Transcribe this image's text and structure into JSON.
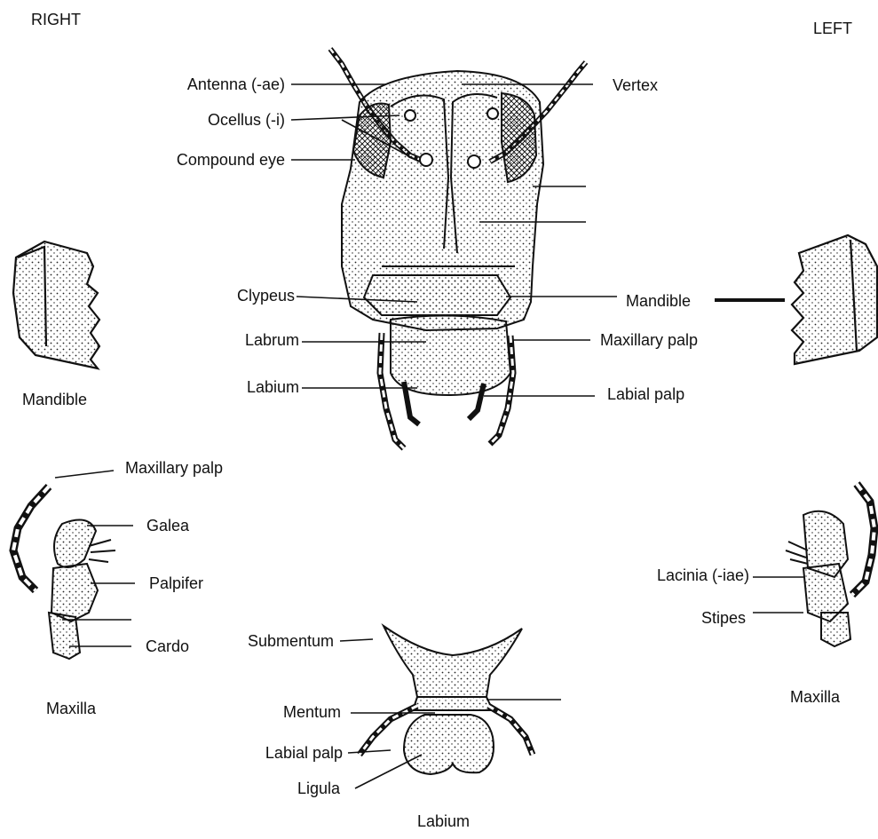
{
  "header": {
    "right": "RIGHT",
    "left": "LEFT"
  },
  "head_labels": {
    "antenna": "Antenna (-ae)",
    "ocellus": "Ocellus (-i)",
    "compound_eye": "Compound eye",
    "vertex": "Vertex",
    "clypeus": "Clypeus",
    "labrum": "Labrum",
    "labium": "Labium",
    "mandible": "Mandible",
    "maxillary_palp": "Maxillary palp",
    "labial_palp": "Labial palp"
  },
  "captions": {
    "mandible_right": "Mandible",
    "maxilla_right": "Maxilla",
    "maxilla_left": "Maxilla",
    "labium": "Labium"
  },
  "maxilla_labels": {
    "maxillary_palp": "Maxillary palp",
    "galea": "Galea",
    "palpifer": "Palpifer",
    "cardo": "Cardo",
    "lacinia": "Lacinia (-iae)",
    "stipes": "Stipes"
  },
  "labium_labels": {
    "submentum": "Submentum",
    "mentum": "Mentum",
    "labial_palp": "Labial palp",
    "ligula": "Ligula"
  }
}
